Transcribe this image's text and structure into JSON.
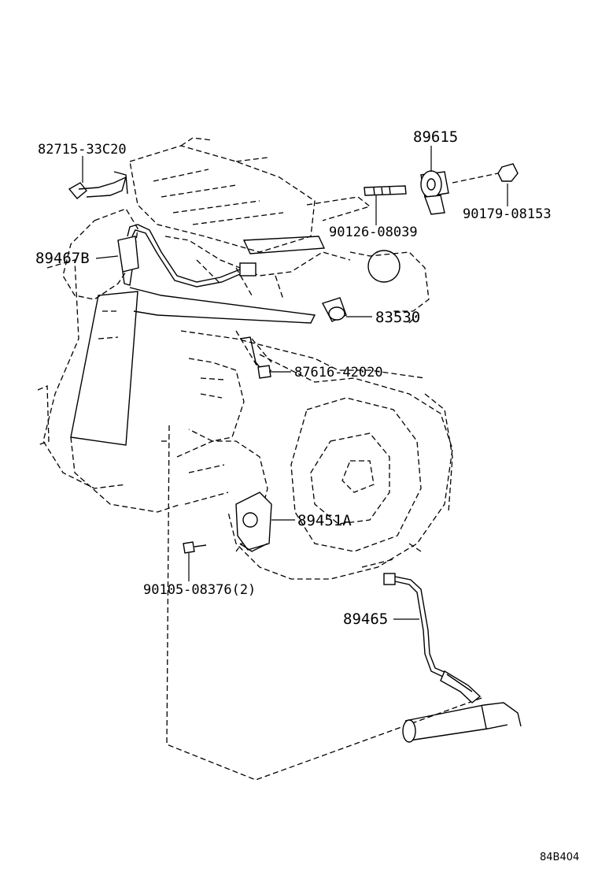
{
  "parts": [
    {
      "id": "p1",
      "number": "82715-33C20"
    },
    {
      "id": "p2",
      "number": "89615"
    },
    {
      "id": "p3",
      "number": "90179-08153"
    },
    {
      "id": "p4",
      "number": "90126-08039"
    },
    {
      "id": "p5",
      "number": "89467B"
    },
    {
      "id": "p6",
      "number": "83530"
    },
    {
      "id": "p7",
      "number": "87616-42020"
    },
    {
      "id": "p8",
      "number": "89451A"
    },
    {
      "id": "p9",
      "number": "90105-08376(2)"
    },
    {
      "id": "p10",
      "number": "89465"
    }
  ],
  "diagram_code": "84B404"
}
